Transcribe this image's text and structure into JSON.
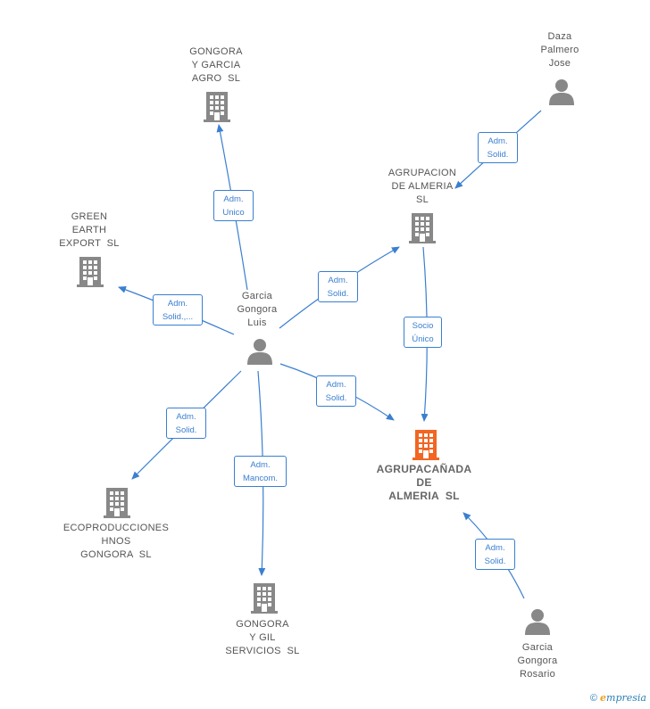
{
  "colors": {
    "edge": "#3a7fd0",
    "node_gray": "#888888",
    "main_node": "#f26522",
    "text": "#555555"
  },
  "nodes": {
    "gongora_agro": {
      "lines": [
        "GONGORA",
        "Y GARCIA",
        "AGRO  SL"
      ],
      "icon": "building-icon"
    },
    "green_earth": {
      "lines": [
        "GREEN",
        "EARTH",
        "EXPORT  SL"
      ],
      "icon": "building-icon"
    },
    "agrupacion_almeria": {
      "lines": [
        "AGRUPACION",
        "DE ALMERIA",
        "SL"
      ],
      "icon": "building-icon"
    },
    "daza": {
      "lines": [
        "Daza",
        "Palmero",
        "Jose"
      ],
      "icon": "person-icon"
    },
    "garcia_luis": {
      "lines": [
        "Garcia",
        "Gongora",
        "Luis"
      ],
      "icon": "person-icon"
    },
    "agrupacanada": {
      "lines": [
        "AGRUPACAÑADA",
        "DE",
        "ALMERIA  SL"
      ],
      "icon": "building-icon"
    },
    "ecoproducciones": {
      "lines": [
        "ECOPRODUCCIONES",
        "HNOS",
        "GONGORA  SL"
      ],
      "icon": "building-icon"
    },
    "gongora_gil": {
      "lines": [
        "GONGORA",
        "Y GIL",
        "SERVICIOS  SL"
      ],
      "icon": "building-icon"
    },
    "garcia_rosario": {
      "lines": [
        "Garcia",
        "Gongora",
        "Rosario"
      ],
      "icon": "person-icon"
    }
  },
  "edges": [
    {
      "lines": [
        "Adm.",
        "Unico"
      ]
    },
    {
      "lines": [
        "Adm.",
        "Solid.,..."
      ]
    },
    {
      "lines": [
        "Adm.",
        "Solid."
      ]
    },
    {
      "lines": [
        "Adm.",
        "Solid."
      ]
    },
    {
      "lines": [
        "Adm.",
        "Solid."
      ]
    },
    {
      "lines": [
        "Adm.",
        "Mancom."
      ]
    },
    {
      "lines": [
        "Adm.",
        "Solid."
      ]
    },
    {
      "lines": [
        "Socio",
        "Único"
      ]
    },
    {
      "lines": [
        "Adm.",
        "Solid."
      ]
    }
  ],
  "footer": {
    "copyright": "©",
    "brand_initial": "e",
    "brand_rest": "mpresia"
  }
}
